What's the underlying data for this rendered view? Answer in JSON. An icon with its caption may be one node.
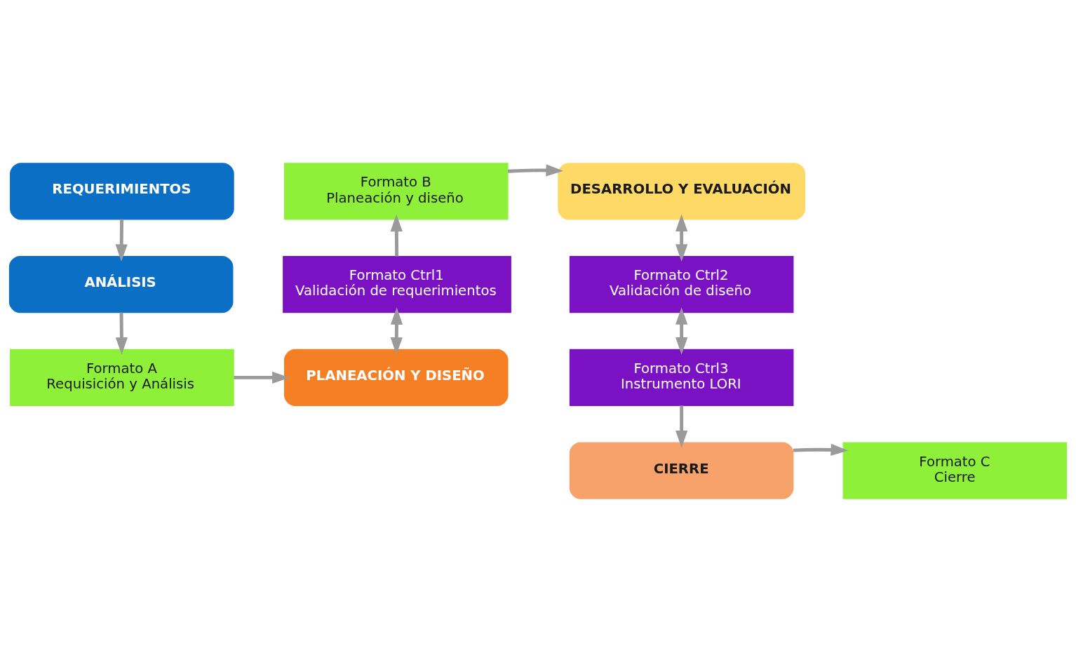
{
  "diagram": {
    "nodes": [
      {
        "text": [
          "REQUERIMIENTOS"
        ]
      },
      {
        "text": [
          "ANÁLISIS"
        ]
      },
      {
        "text": [
          "Formato A",
          "Requisición y Análisis"
        ]
      },
      {
        "text": [
          "Formato B",
          "Planeación y diseño"
        ]
      },
      {
        "text": [
          "Formato Ctrl1",
          "Validación de requerimientos"
        ]
      },
      {
        "text": [
          "PLANEACIÓN Y DISEÑO"
        ]
      },
      {
        "text": [
          "DESARROLLO Y EVALUACIÓN"
        ]
      },
      {
        "text": [
          "Formato Ctrl2",
          "Validación de diseño"
        ]
      },
      {
        "text": [
          "Formato Ctrl3",
          "Instrumento LORI"
        ]
      },
      {
        "text": [
          "Formato C",
          "Cierre"
        ]
      },
      {
        "text": [
          "CIERRE"
        ]
      }
    ],
    "edges": [
      {
        "from": 0,
        "to": 1,
        "arrow": "to"
      },
      {
        "from": 1,
        "to": 2,
        "arrow": "to"
      },
      {
        "from": 2,
        "to": 5,
        "arrow": "to"
      },
      {
        "from": 5,
        "to": 4,
        "arrow": "both"
      },
      {
        "from": 4,
        "to": 3,
        "arrow": "to"
      },
      {
        "from": 3,
        "to": 6,
        "arrow": "to"
      },
      {
        "from": 6,
        "to": 7,
        "arrow": "both"
      },
      {
        "from": 7,
        "to": 8,
        "arrow": "both"
      },
      {
        "from": 8,
        "to": 10,
        "arrow": "to"
      },
      {
        "from": 10,
        "to": 9,
        "arrow": "to"
      }
    ]
  }
}
